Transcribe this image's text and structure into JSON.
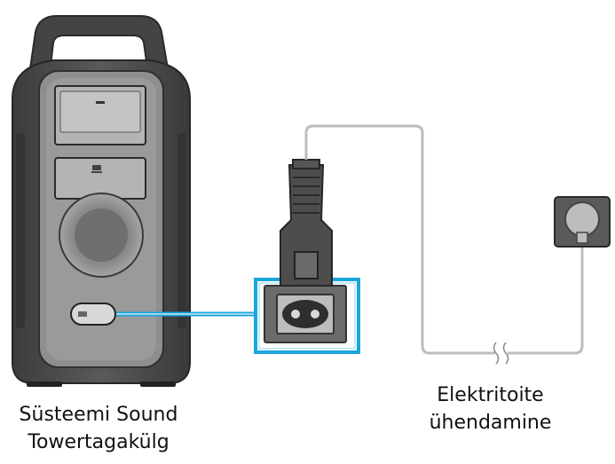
{
  "captions": {
    "speaker_line1": "Süsteemi Sound",
    "speaker_line2": "Towertagakülg",
    "power_line1": "Elektritoite",
    "power_line2": "ühendamine"
  },
  "colors": {
    "speaker_body": "#4a4a4a",
    "speaker_front": "#8c8c8c",
    "highlight": "#1aa6dd",
    "cable": "#b8b8b8",
    "outlet": "#5a5a5a"
  },
  "icons": [
    "speaker",
    "power-plug",
    "power-socket",
    "wall-outlet",
    "cable"
  ]
}
